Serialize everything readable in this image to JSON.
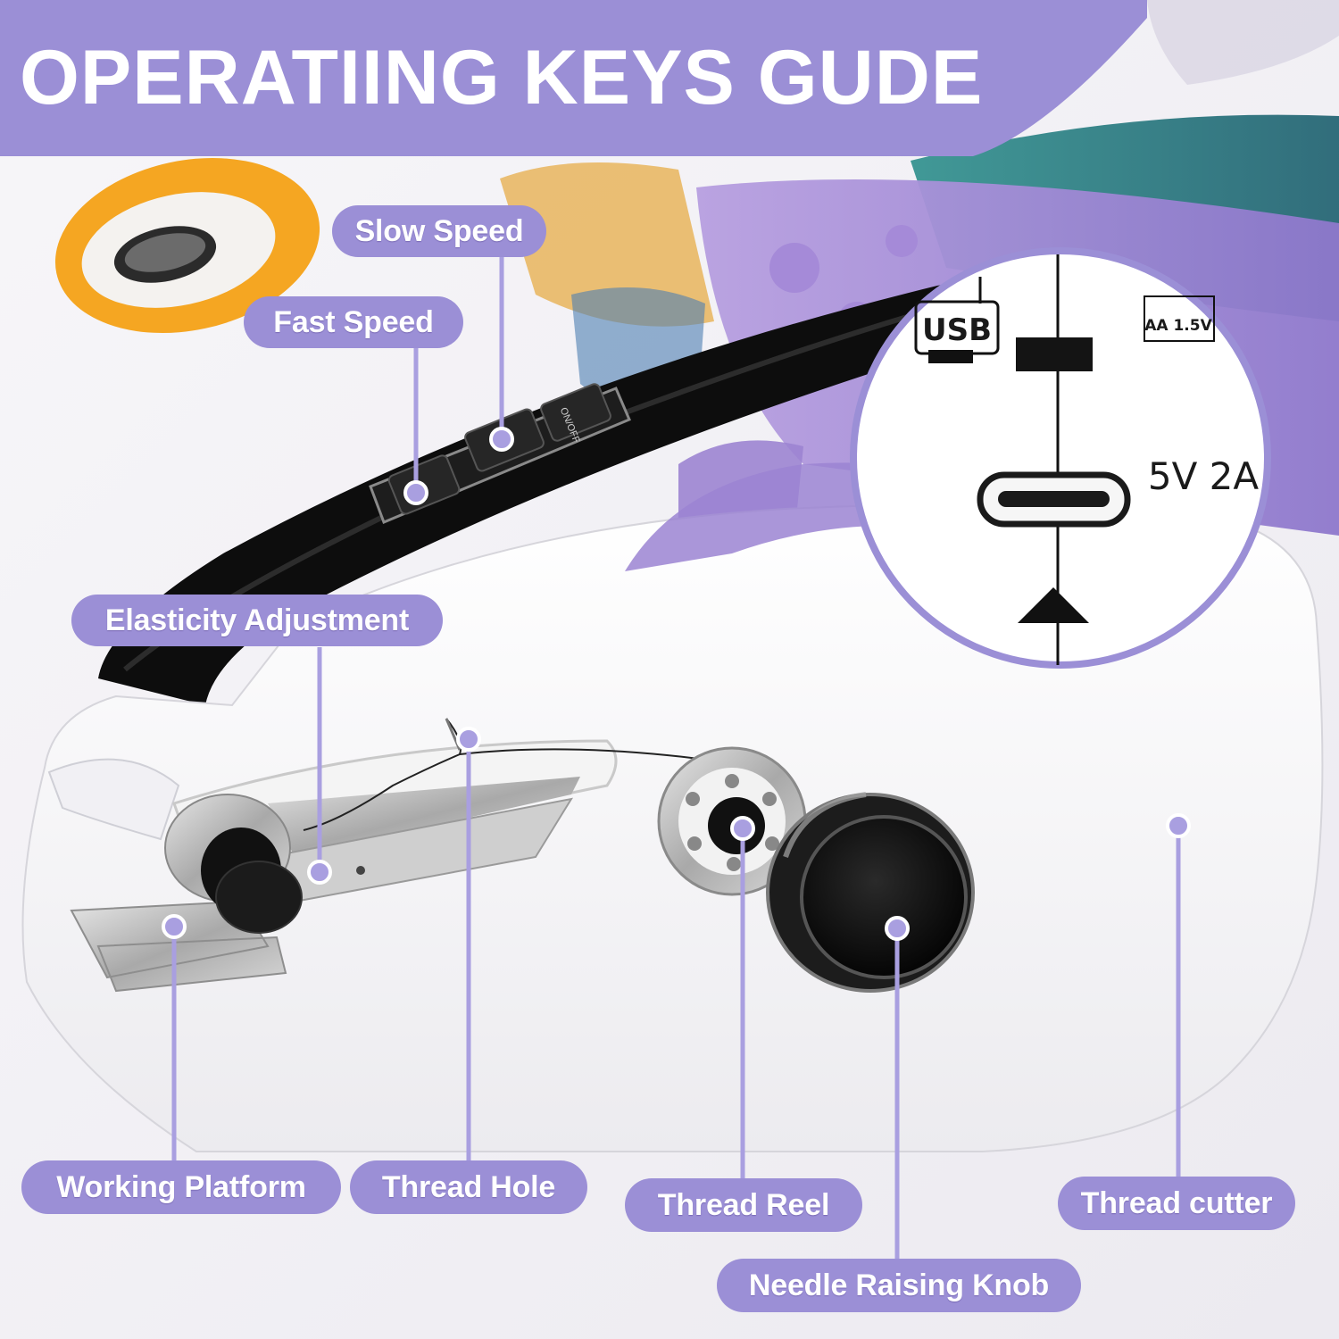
{
  "title": "OPERATIING KEYS GUDE",
  "callouts": {
    "slow_speed": "Slow Speed",
    "fast_speed": "Fast Speed",
    "elasticity_adjustment": "Elasticity Adjustment",
    "working_platform": "Working Platform",
    "thread_hole": "Thread Hole",
    "thread_reel": "Thread Reel",
    "thread_cutter": "Thread cutter",
    "needle_raising_knob": "Needle Raising Knob"
  },
  "inset": {
    "usb_label": "USB",
    "battery_label": "AA 1.5V",
    "power_rating": "5V 2A"
  },
  "device": {
    "power_button_label": "ON/OFF"
  },
  "colors": {
    "accent": "#9b8fd6",
    "accent_line": "#a99fe0",
    "device_body": "#ffffff",
    "handle": "#111111"
  }
}
